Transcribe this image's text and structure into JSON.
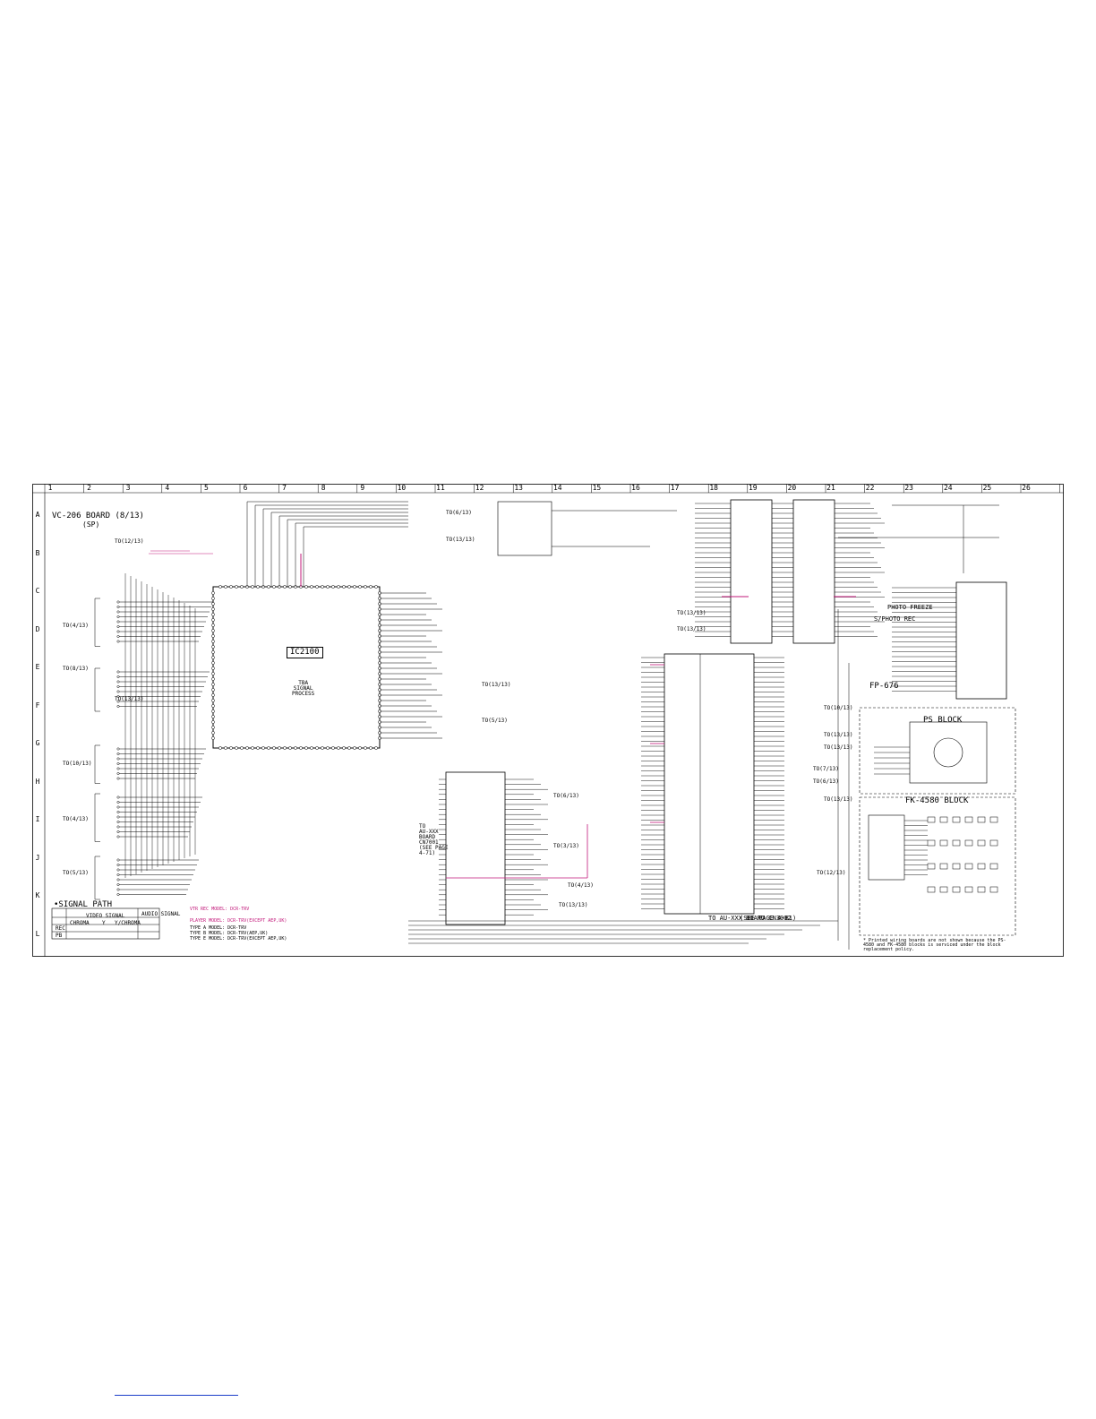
{
  "columns": [
    "1",
    "2",
    "3",
    "4",
    "5",
    "6",
    "7",
    "8",
    "9",
    "10",
    "11",
    "12",
    "13",
    "14",
    "15",
    "16",
    "17",
    "18",
    "19",
    "20",
    "21",
    "22",
    "23",
    "24",
    "25",
    "26"
  ],
  "rows": [
    "A",
    "B",
    "C",
    "D",
    "E",
    "F",
    "G",
    "H",
    "I",
    "J",
    "K",
    "L"
  ],
  "board_title": "VC-206 BOARD (8/13)",
  "board_sub": "(SP)",
  "ic_main": "IC2100",
  "ic_main_desc": "TBA\nSIGNAL\nPROCESS",
  "blocks": {
    "fp": "FP-676",
    "ps": "PS BLOCK",
    "fk": "FK-4580 BLOCK",
    "photo_freeze": "PHOTO FREEZE",
    "ps_mode": "S/PHOTO REC",
    "cn_board": "TO AU-XXX BOARD CN3002",
    "see_page": "(SEE PAGE 4-81)",
    "to_left": "TO\nAU-XXX\nBOARD\nCN7001\n(SEE PAGE\n4-71)"
  },
  "signal_path": {
    "title": "•SIGNAL PATH",
    "headers": [
      "VIDEO SIGNAL",
      "AUDIO SIGNAL"
    ],
    "sub_headers": [
      "CHROMA",
      "Y",
      "Y/CHROMA"
    ],
    "rows": [
      "REC",
      "PB"
    ]
  },
  "model_notes": [
    "VTR REC MODEL: DCR-TRV",
    "PLAYER MODEL: DCR-TRV(EXCEPT AEP,UK)",
    "TYPE A MODEL: DCR-TRV",
    "TYPE B MODEL: DCR-TRV(AEP,UK)",
    "TYPE E MODEL: DCR-TRV(EXCEPT AEP,UK)"
  ],
  "footnote": "* Printed wiring boards are not shown because the PS-4580 and FK-4580 blocks is serviced under the block replacement policy.",
  "refs_left": [
    "TO(4/13)",
    "TO(8/13)",
    "TO(10/13)",
    "TO(4/13)",
    "TO(5/13)",
    "TO(12/13)",
    "TO(13/13)"
  ],
  "refs_mid": [
    "TO(6/13)",
    "TO(13/13)",
    "TO(13/13)",
    "TO(5/13)",
    "TO(6/13)",
    "TO(3/13)",
    "TO(4/13)",
    "TO(13/13)"
  ],
  "refs_right": [
    "TO(13/13)",
    "TO(13/13)",
    "TO(10/13)",
    "TO(13/13)",
    "TO(13/13)",
    "TO(7/13)",
    "TO(6/13)",
    "TO(13/13)",
    "TO(12/13)"
  ],
  "colors": {
    "line": "#000000",
    "accent": "#c2187a",
    "link": "#1a3cc8"
  }
}
